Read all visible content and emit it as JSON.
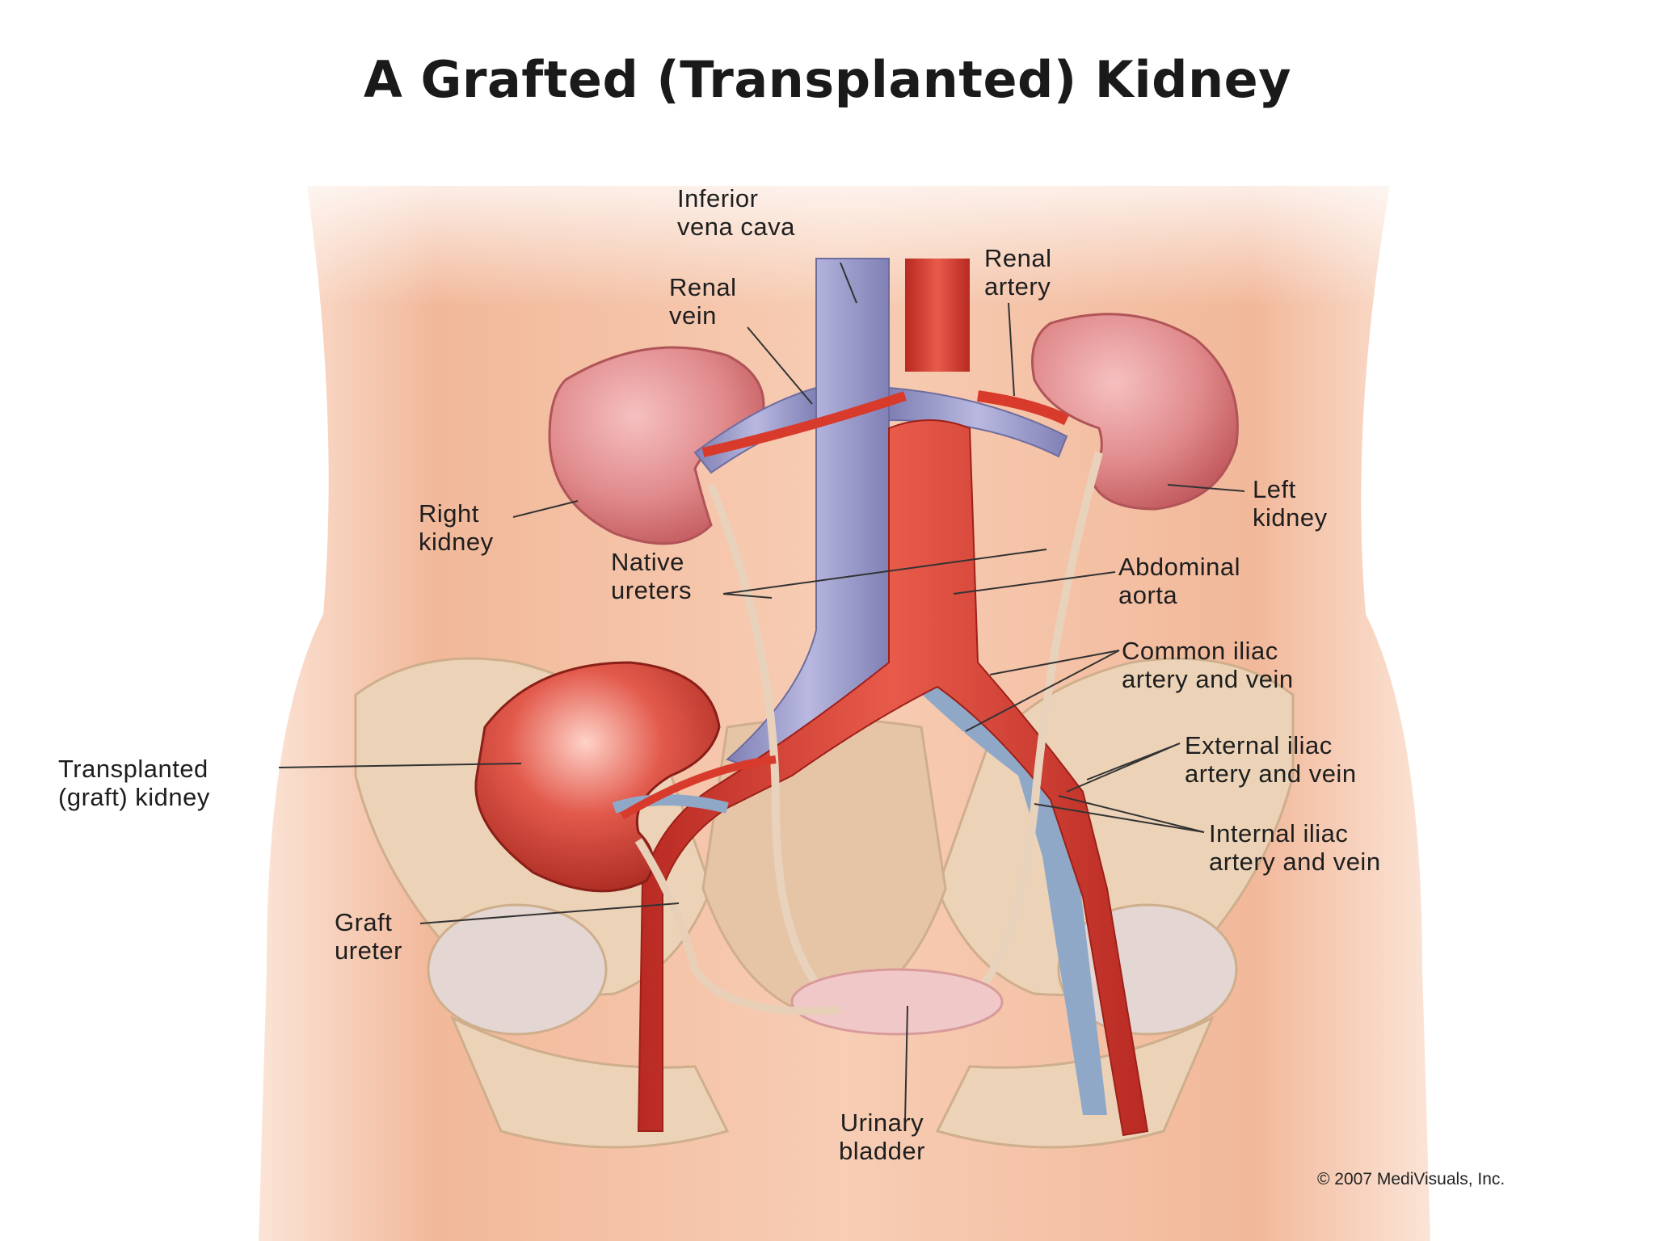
{
  "title": "A Grafted (Transplanted) Kidney",
  "labels": {
    "inferior_vena_cava": [
      "Inferior",
      "vena cava"
    ],
    "renal_vein": [
      "Renal",
      "vein"
    ],
    "renal_artery": [
      "Renal",
      "artery"
    ],
    "right_kidney": [
      "Right",
      "kidney"
    ],
    "left_kidney": [
      "Left",
      "kidney"
    ],
    "native_ureters": [
      "Native",
      "ureters"
    ],
    "abdominal_aorta": [
      "Abdominal",
      "aorta"
    ],
    "common_iliac": [
      "Common iliac",
      "artery and vein"
    ],
    "external_iliac": [
      "External iliac",
      "artery and vein"
    ],
    "internal_iliac": [
      "Internal iliac",
      "artery and vein"
    ],
    "transplanted_kidney": [
      "Transplanted",
      "(graft) kidney"
    ],
    "graft_ureter": [
      "Graft",
      "ureter"
    ],
    "urinary_bladder": [
      "Urinary",
      "bladder"
    ]
  },
  "copyright": "© 2007 MediVisuals, Inc.",
  "colors": {
    "skin": "#f4c4a8",
    "vein": "#9c9ccc",
    "artery": "#d83a2c",
    "kidney": "#d97f80",
    "graft_kidney": "#d84a3e",
    "bone": "#ecd2b6",
    "ureter": "#e8d0b8"
  }
}
